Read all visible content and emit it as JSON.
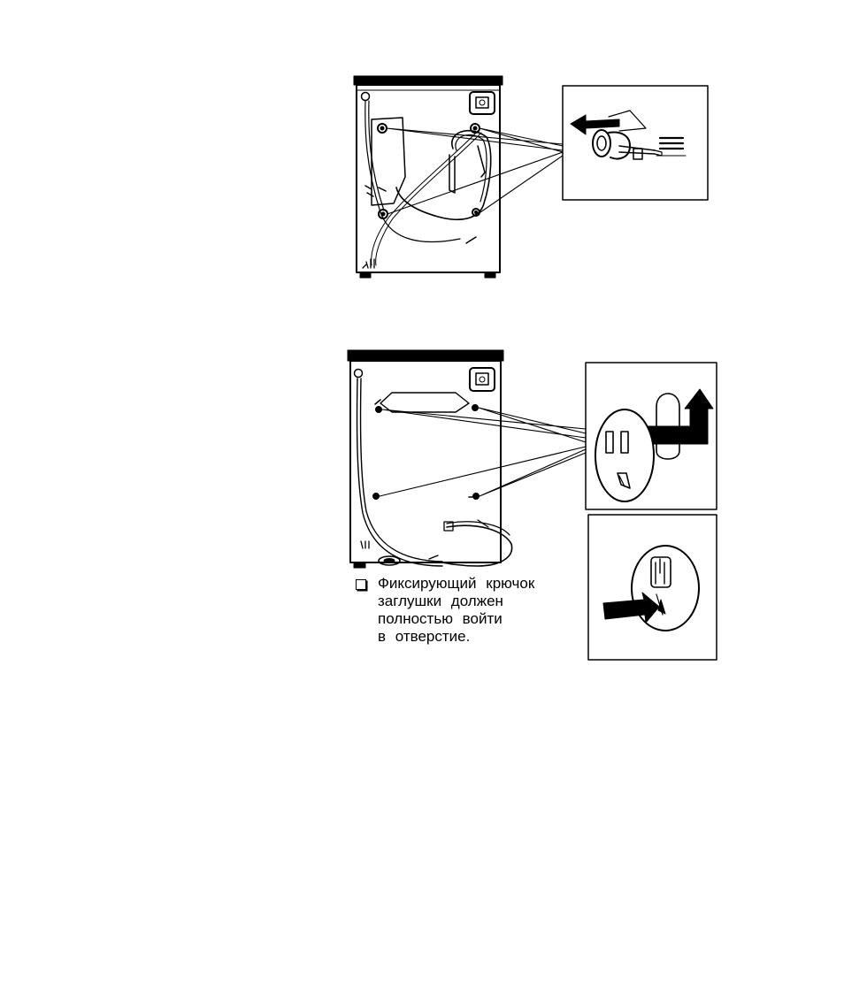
{
  "document": {
    "note": {
      "lines": [
        "Фиксирующий крючок",
        "заглушки должен",
        "полностью войти",
        "в отверстие."
      ]
    },
    "figures": [
      {
        "name": "figure-remove-transit-bolts",
        "icon": "washing-machine-back-icon"
      },
      {
        "name": "figure-insert-plugs",
        "icon": "washing-machine-back-icon"
      }
    ],
    "colors": {
      "ink": "#000000",
      "paper": "#ffffff"
    }
  }
}
